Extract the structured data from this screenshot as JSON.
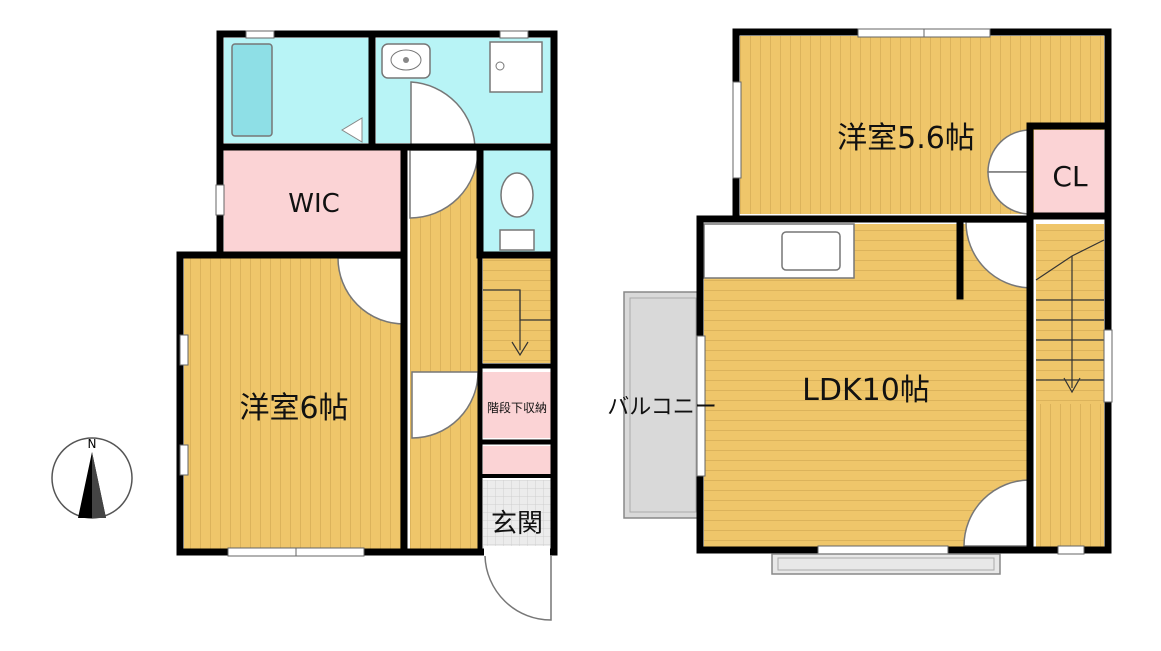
{
  "plan": {
    "compass": {
      "north_label": "N"
    },
    "ground_floor": {
      "rooms": {
        "western_room_6": "洋室6帖",
        "wic": "WIC",
        "under_stair_storage": "階段下収納",
        "entrance": "玄関"
      }
    },
    "upper_floor": {
      "rooms": {
        "western_room_5_6": "洋室5.6帖",
        "closet": "CL",
        "ldk": "LDK10帖",
        "balcony": "バルコニー"
      }
    },
    "colors": {
      "wall": "#000000",
      "floor_wood": "#efc66a",
      "floor_wood_stripe": "#c9a04c",
      "wet_area": "#b8f4f6",
      "storage_pink": "#fbd3d5",
      "balcony": "#d9d9d9",
      "window": "#ffffff"
    }
  }
}
